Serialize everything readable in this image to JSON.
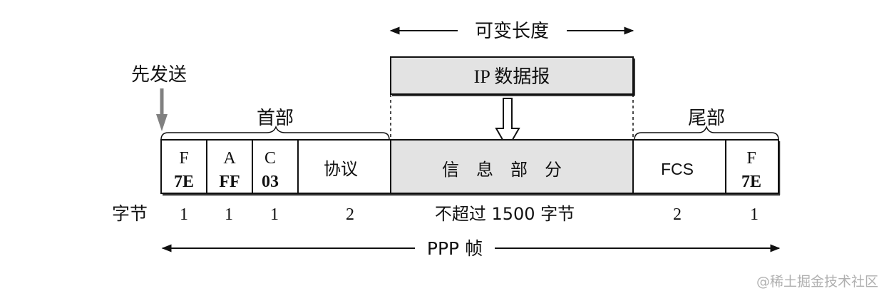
{
  "labels": {
    "variable_length": "可变长度",
    "ip_datagram": "IP 数据报",
    "send_first": "先发送",
    "header": "首部",
    "trailer": "尾部",
    "info_part": "信　息　部　分",
    "bytes": "字节",
    "frame": "PPP 帧"
  },
  "fields": [
    {
      "name": "F",
      "value": "7E",
      "bytes": "1"
    },
    {
      "name": "A",
      "value": "FF",
      "bytes": "1"
    },
    {
      "name": "C",
      "value": "03",
      "bytes": "1"
    },
    {
      "name": "协议",
      "value": "",
      "bytes": "2"
    },
    {
      "name": "信息部分",
      "value": "",
      "bytes": "不超过 1500 字节"
    },
    {
      "name": "FCS",
      "value": "",
      "bytes": "2"
    },
    {
      "name": "F",
      "value": "7E",
      "bytes": "1"
    }
  ],
  "watermark": "@稀土掘金技术社区",
  "colors": {
    "shaded": "#e3e3e3",
    "stroke": "#111111",
    "arrow_grey": "#808080"
  }
}
